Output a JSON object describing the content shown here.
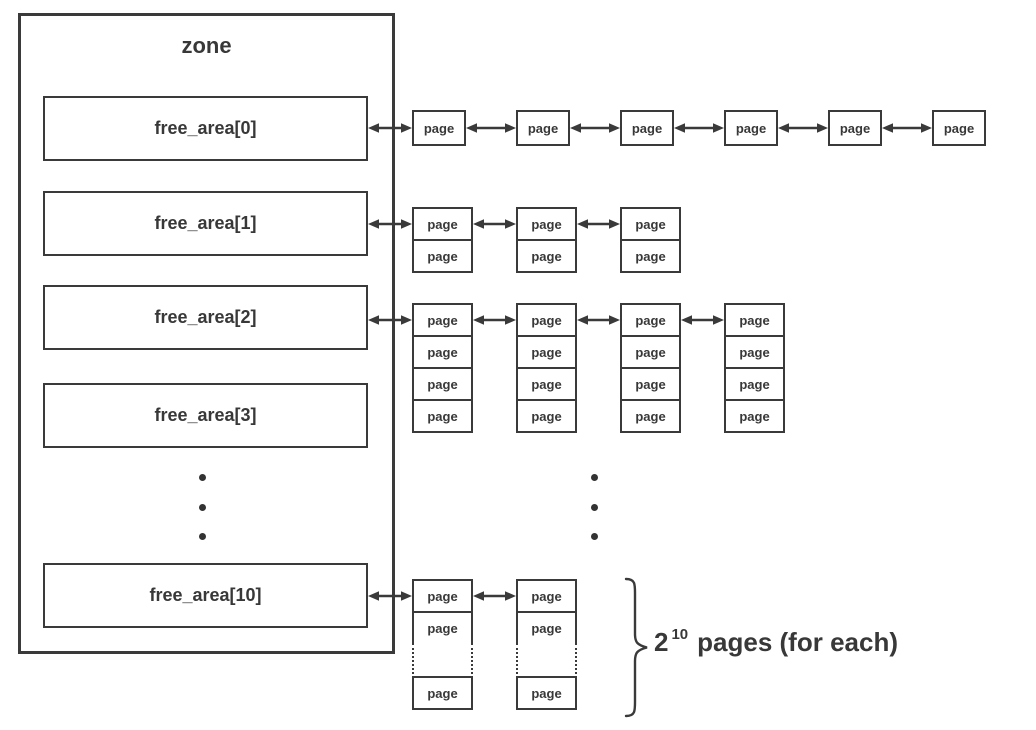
{
  "diagram": {
    "zone_label": "zone",
    "page_label": "page",
    "rows": [
      {
        "label": "free_area[0]",
        "columns": 6,
        "pages_per_column": 1,
        "continuation_gap": false,
        "pages_after_gap": 0
      },
      {
        "label": "free_area[1]",
        "columns": 3,
        "pages_per_column": 2,
        "continuation_gap": false,
        "pages_after_gap": 0
      },
      {
        "label": "free_area[2]",
        "columns": 4,
        "pages_per_column": 4,
        "continuation_gap": false,
        "pages_after_gap": 0
      },
      {
        "label": "free_area[3]",
        "columns": 0,
        "pages_per_column": 0,
        "continuation_gap": false,
        "pages_after_gap": 0
      },
      {
        "label": "free_area[10]",
        "columns": 2,
        "pages_per_column": 2,
        "continuation_gap": true,
        "pages_after_gap": 1
      }
    ],
    "ellipsis": {
      "dots_per_column": 3,
      "columns": 2
    },
    "annotation": {
      "base": "2",
      "exponent": "10",
      "text": "pages (for each)"
    },
    "colors": {
      "line": "#3a3a3a",
      "text": "#383838",
      "background": "#ffffff"
    }
  }
}
